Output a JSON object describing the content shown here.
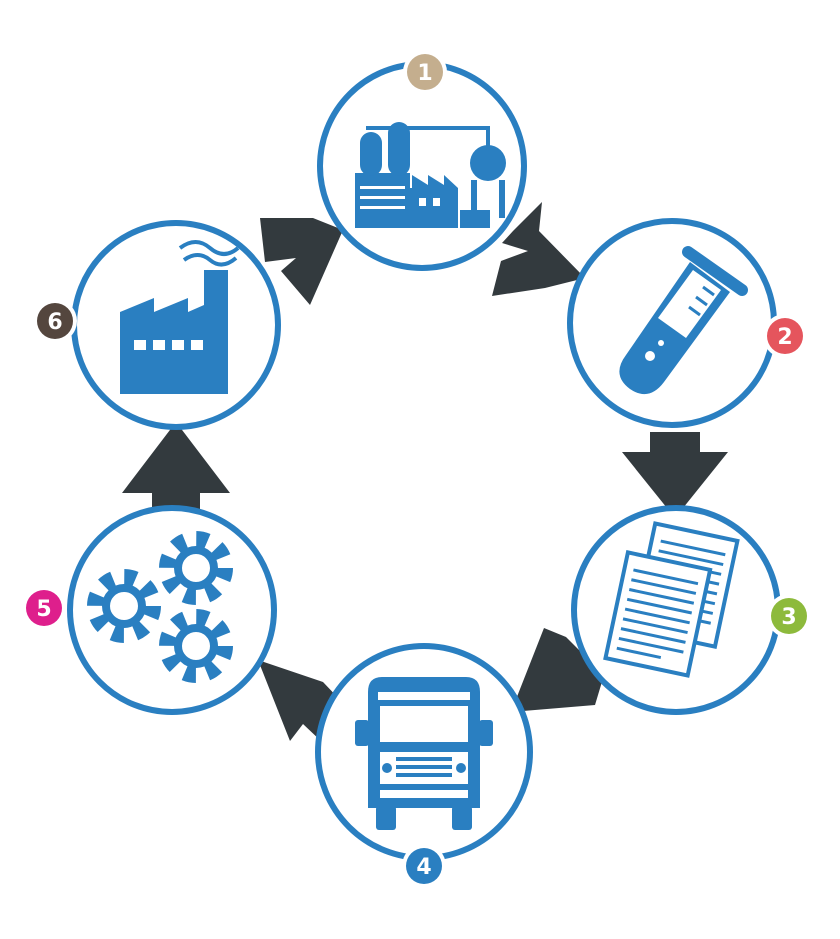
{
  "colors": {
    "ring": "#2a7fc1",
    "icon": "#2a7fc1",
    "arrow": "#333a3e",
    "background": "#ffffff"
  },
  "steps": [
    {
      "number": "1",
      "icon": "refinery-plant-icon",
      "badge_color": "#c4ae8e"
    },
    {
      "number": "2",
      "icon": "test-tube-icon",
      "badge_color": "#e5555d"
    },
    {
      "number": "3",
      "icon": "documents-icon",
      "badge_color": "#8dba3c"
    },
    {
      "number": "4",
      "icon": "truck-icon",
      "badge_color": "#2a7fc1"
    },
    {
      "number": "5",
      "icon": "gears-icon",
      "badge_color": "#de1f8c"
    },
    {
      "number": "6",
      "icon": "factory-icon",
      "badge_color": "#54463e"
    }
  ]
}
